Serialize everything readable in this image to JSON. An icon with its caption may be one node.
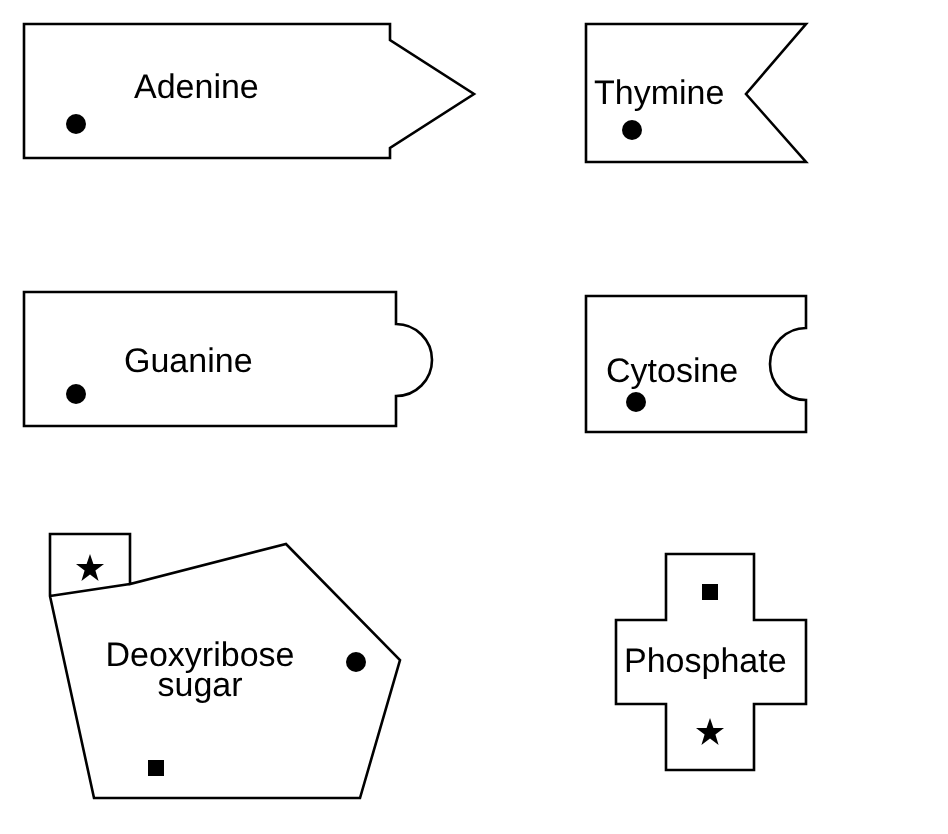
{
  "diagram": {
    "nodes": [
      {
        "text": [
          "Adenine"
        ]
      },
      {
        "text": [
          "Thymine"
        ]
      },
      {
        "text": [
          "Guanine"
        ]
      },
      {
        "text": [
          "Cytosine"
        ]
      },
      {
        "text": [
          "Deoxyribose sugar"
        ]
      },
      {
        "text": [
          "Phosphate"
        ]
      }
    ]
  }
}
